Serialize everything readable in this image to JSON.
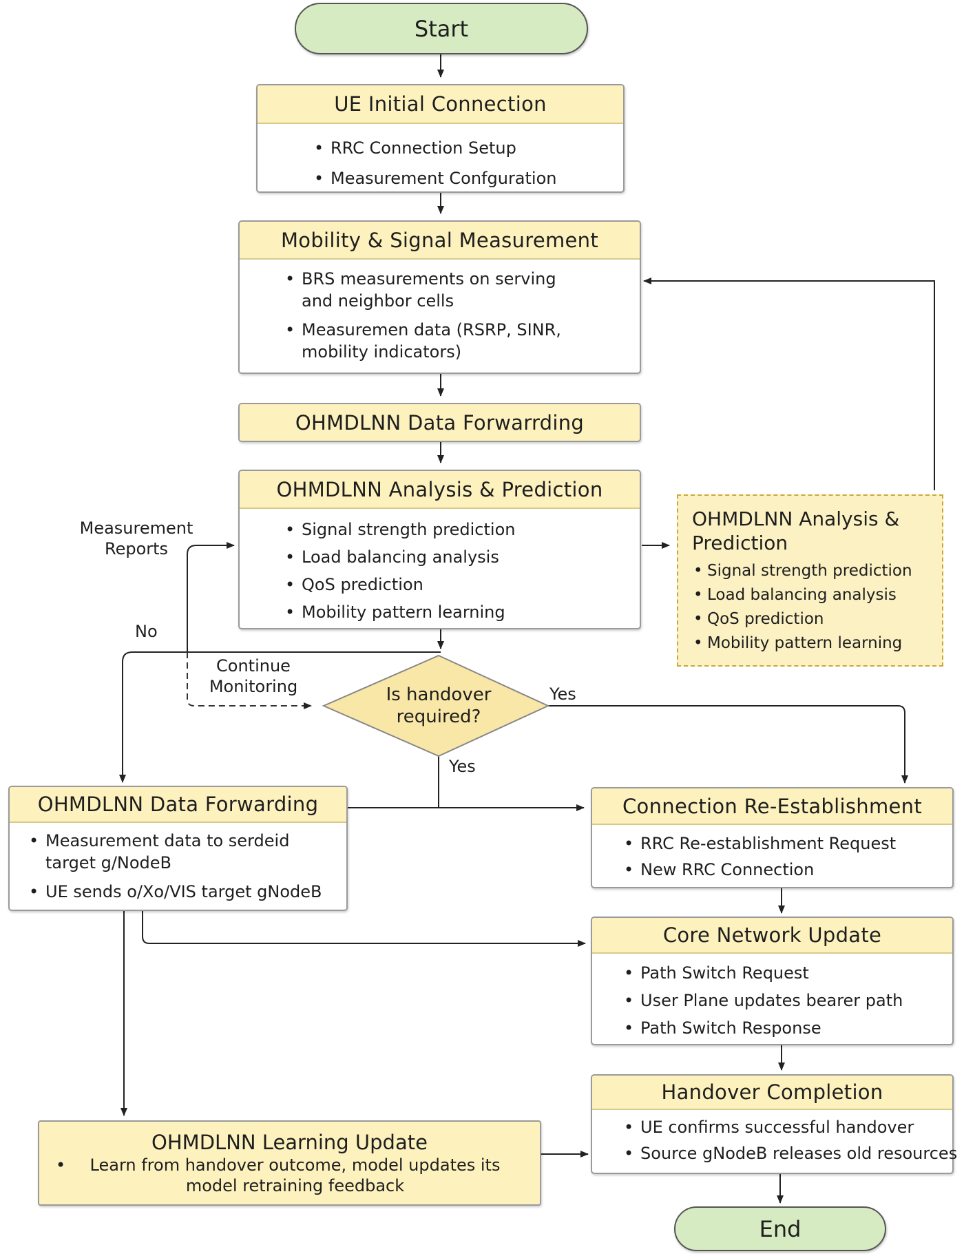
{
  "start": "Start",
  "end": "End",
  "ue_initial": {
    "title": "UE Initial Connection",
    "items": [
      "RRC Connection Setup",
      "Measurement Confguration"
    ]
  },
  "mobility": {
    "title": "Mobility & Signal Measurement",
    "items": [
      "BRS measurements on serving and neighbor cells",
      "Measuremen data (RSRP, SINR, mobility indicators)"
    ]
  },
  "forwarding_top": {
    "title": "OHMDLNN Data Forwarrding"
  },
  "analysis": {
    "title": "OHMDLNN Analysis & Prediction",
    "items": [
      "Signal strength prediction",
      "Load balancing analysis",
      "QoS prediction",
      "Mobility pattern learning"
    ]
  },
  "analysis_side": {
    "title": "OHMDLNN Analysis & Prediction",
    "items": [
      "Signal strength prediction",
      "Load balancing analysis",
      "QoS prediction",
      "Mobility pattern learning"
    ]
  },
  "decision": {
    "text": "Is handover required?"
  },
  "labels": {
    "measurement_reports": "Measurement Reports",
    "no": "No",
    "continue_monitoring": "Continue Monitoring",
    "yes_right": "Yes",
    "yes_down": "Yes"
  },
  "forwarding_left": {
    "title": "OHMDLNN Data Forwarding",
    "items": [
      "Measurement data to serdeid target g/NodeB",
      "UE sends o/Xo/VIS target gNodeB"
    ]
  },
  "reestablish": {
    "title": "Connection Re-Establishment",
    "items": [
      "RRC Re-establishment Request",
      "New RRC Connection"
    ]
  },
  "core": {
    "title": "Core Network Update",
    "items": [
      "Path Switch Request",
      "User Plane updates bearer path",
      "Path Switch Response"
    ]
  },
  "completion": {
    "title": "Handover Completion",
    "items": [
      "UE confirms successful handover",
      "Source gNodeB releases old resources"
    ]
  },
  "learning": {
    "title": "OHMDLNN Learning Update",
    "body": "Learn from handover outcome, model updates its model retraining feedback"
  },
  "colors": {
    "terminal_fill": "#d6ebc2",
    "header_fill": "#fdf2be",
    "diamond_fill": "#f8e7a6",
    "dashed_border": "#c9a93a"
  }
}
